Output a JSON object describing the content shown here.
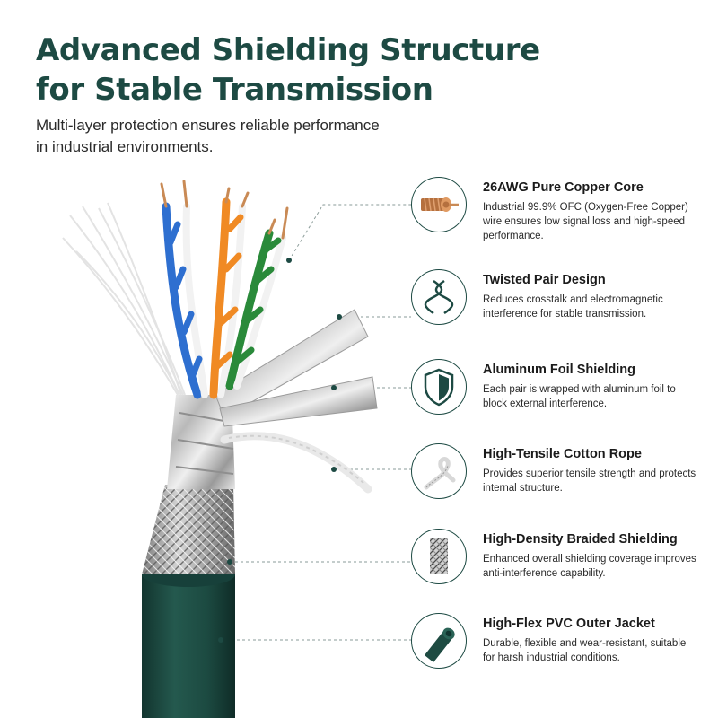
{
  "header": {
    "title_line1": "Advanced Shielding Structure",
    "title_line2": "for Stable Transmission",
    "subtitle_line1": "Multi-layer protection ensures reliable performance",
    "subtitle_line2": "in industrial environments."
  },
  "colors": {
    "brand_green": "#1d4a43",
    "jacket_green": "#1e4b42",
    "copper": "#c98a55",
    "wire_blue": "#2e6fd0",
    "wire_orange": "#f08a24",
    "wire_green": "#2a8a3a"
  },
  "features": [
    {
      "icon": "copper-core-icon",
      "title": "26AWG Pure Copper Core",
      "desc": "Industrial 99.9% OFC (Oxygen-Free Copper) wire ensures low signal loss and high-speed performance."
    },
    {
      "icon": "twisted-pair-icon",
      "title": "Twisted Pair Design",
      "desc": "Reduces crosstalk and electromagnetic interference for stable transmission."
    },
    {
      "icon": "shield-icon",
      "title": "Aluminum Foil Shielding",
      "desc": "Each pair is wrapped with aluminum foil to block external interference."
    },
    {
      "icon": "cotton-rope-icon",
      "title": "High-Tensile Cotton Rope",
      "desc": "Provides superior tensile strength and protects internal structure."
    },
    {
      "icon": "braid-icon",
      "title": "High-Density Braided Shielding",
      "desc": "Enhanced overall shielding coverage improves anti-interference capability."
    },
    {
      "icon": "pvc-jacket-icon",
      "title": "High-Flex PVC Outer Jacket",
      "desc": "Durable, flexible and wear-resistant, suitable for harsh industrial conditions."
    }
  ]
}
